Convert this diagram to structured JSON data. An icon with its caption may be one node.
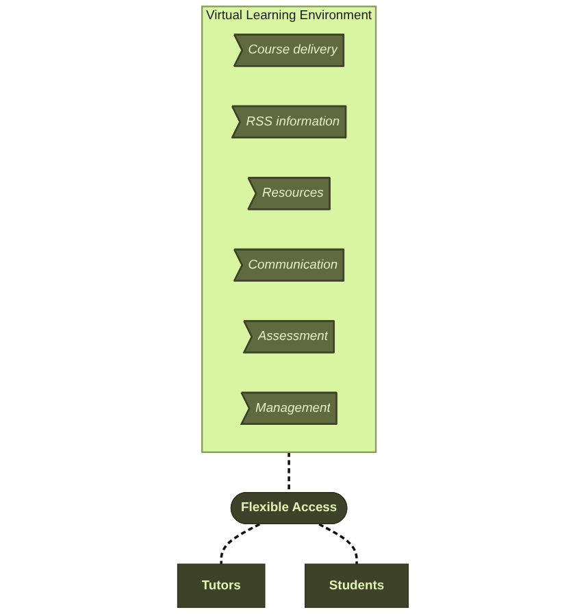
{
  "diagram": {
    "nodes": [
      {
        "text": [
          "Virtual Learning Environment"
        ]
      },
      {
        "text": [
          "Course delivery"
        ],
        "in": 0
      },
      {
        "text": [
          "RSS information"
        ],
        "in": 0
      },
      {
        "text": [
          "Resources"
        ],
        "in": 0
      },
      {
        "text": [
          "Communication"
        ],
        "in": 0
      },
      {
        "text": [
          "Assessment"
        ],
        "in": 0
      },
      {
        "text": [
          "Management"
        ],
        "in": 0
      },
      {
        "text": [
          "Flexible Access"
        ]
      },
      {
        "text": [
          "Tutors"
        ]
      },
      {
        "text": [
          "Students"
        ]
      }
    ],
    "edges": [
      {
        "from": 0,
        "to": 7,
        "arrow": "none",
        "style": "dashed"
      },
      {
        "from": 7,
        "to": 8,
        "arrow": "none",
        "style": "dashed"
      },
      {
        "from": 7,
        "to": 9,
        "arrow": "none",
        "style": "dashed"
      }
    ]
  }
}
